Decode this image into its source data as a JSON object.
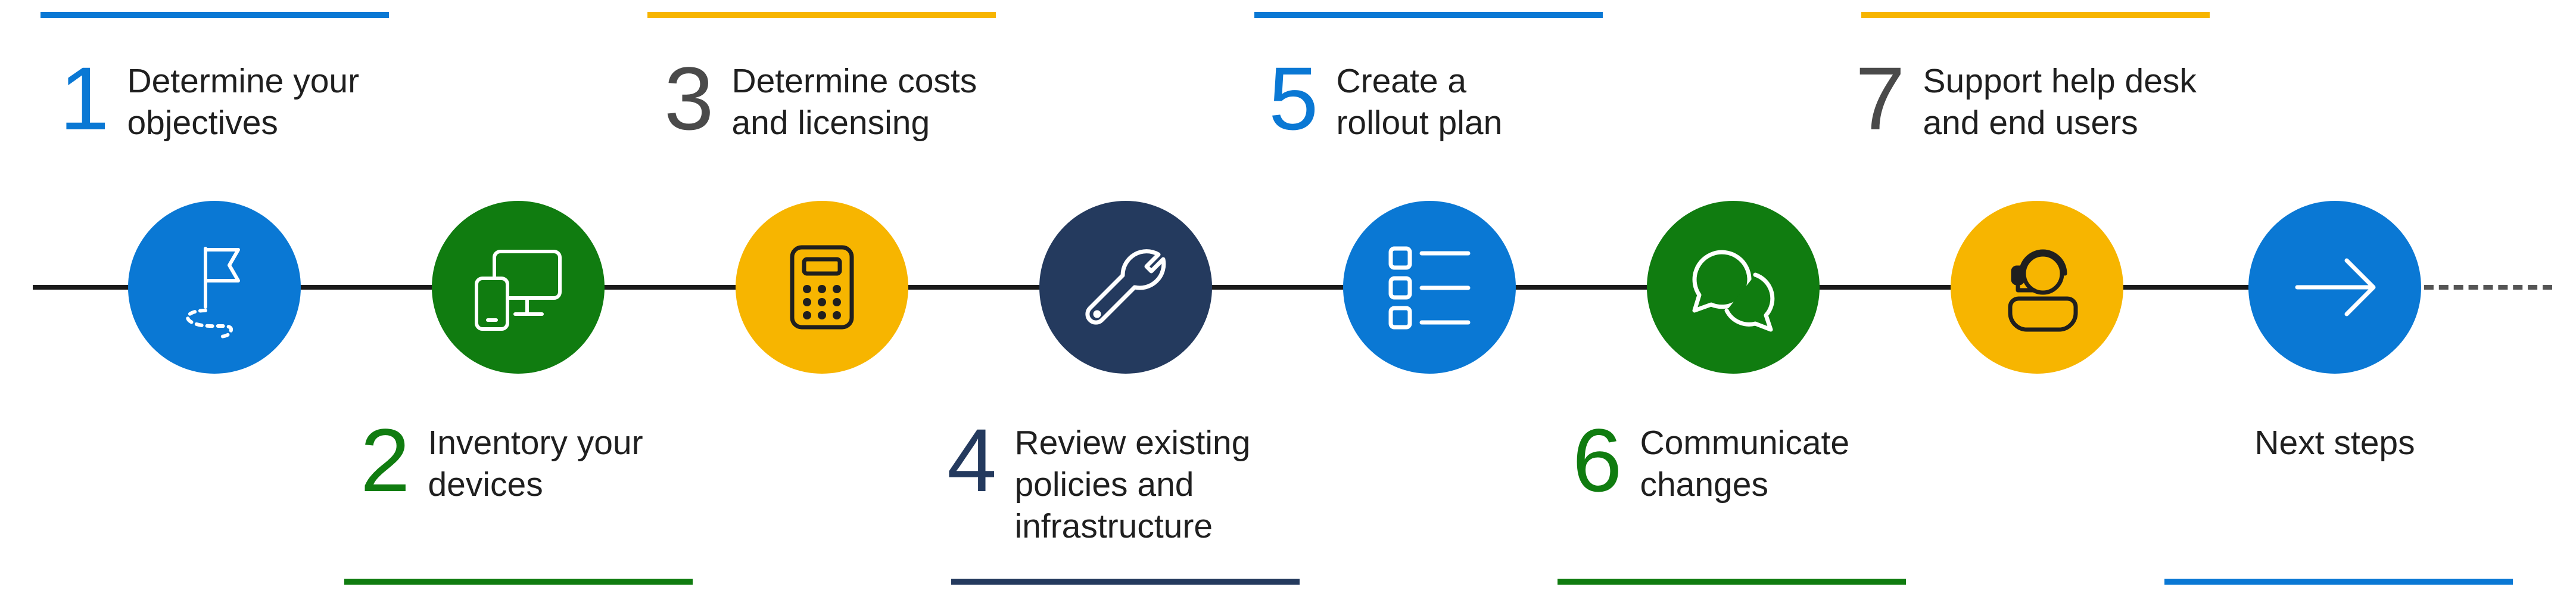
{
  "colors": {
    "blue": "#0a78d4",
    "green": "#107c10",
    "yellow": "#f7b500",
    "navy": "#243a5e",
    "gray": "#4a4a4a",
    "line": "#1a1a1a"
  },
  "steps": [
    {
      "number": "1",
      "label": "Determine your\nobjectives",
      "icon": "flag-icon",
      "color": "#0a78d4",
      "number_color": "#0a78d4"
    },
    {
      "number": "2",
      "label": "Inventory your\ndevices",
      "icon": "devices-icon",
      "color": "#107c10",
      "number_color": "#107c10"
    },
    {
      "number": "3",
      "label": "Determine costs\nand licensing",
      "icon": "calculator-icon",
      "color": "#f7b500",
      "number_color": "#4a4a4a"
    },
    {
      "number": "4",
      "label": "Review existing\npolicies and\ninfrastructure",
      "icon": "wrench-icon",
      "color": "#243a5e",
      "number_color": "#243a5e"
    },
    {
      "number": "5",
      "label": "Create a\nrollout plan",
      "icon": "checklist-icon",
      "color": "#0a78d4",
      "number_color": "#0a78d4"
    },
    {
      "number": "6",
      "label": "Communicate\nchanges",
      "icon": "chat-bubbles-icon",
      "color": "#107c10",
      "number_color": "#107c10"
    },
    {
      "number": "7",
      "label": "Support help desk\nand end users",
      "icon": "headset-user-icon",
      "color": "#f7b500",
      "number_color": "#4a4a4a"
    }
  ],
  "next": {
    "label": "Next steps",
    "icon": "arrow-right-icon",
    "color": "#0a78d4"
  }
}
